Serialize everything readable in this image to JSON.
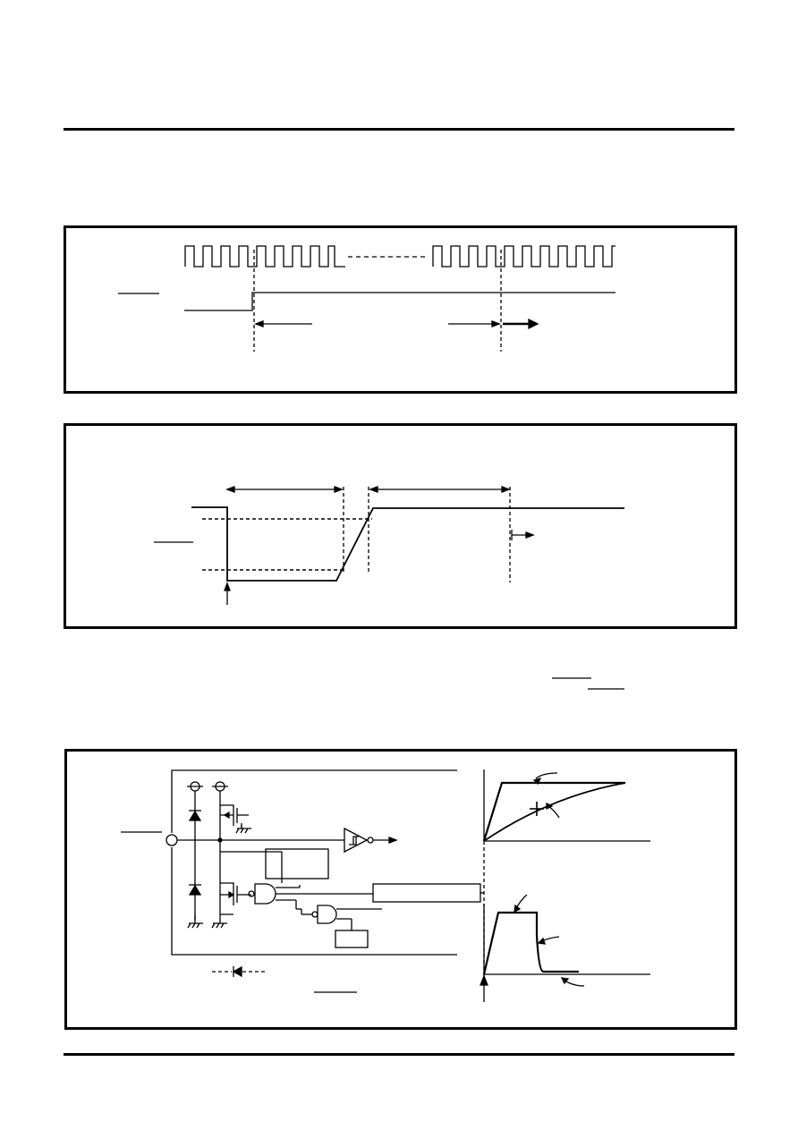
{
  "page": {
    "header_rule": true,
    "footer_rule": true
  },
  "figures": [
    {
      "id": "clock-reset-timing",
      "kind": "timing-diagram",
      "labels": []
    },
    {
      "id": "reset-pulse-timing",
      "kind": "timing-diagram",
      "labels": []
    },
    {
      "id": "reset-pin-circuit",
      "kind": "circuit-diagram",
      "labels": []
    }
  ],
  "colors": {
    "ink": "#000000",
    "paper": "#ffffff"
  }
}
